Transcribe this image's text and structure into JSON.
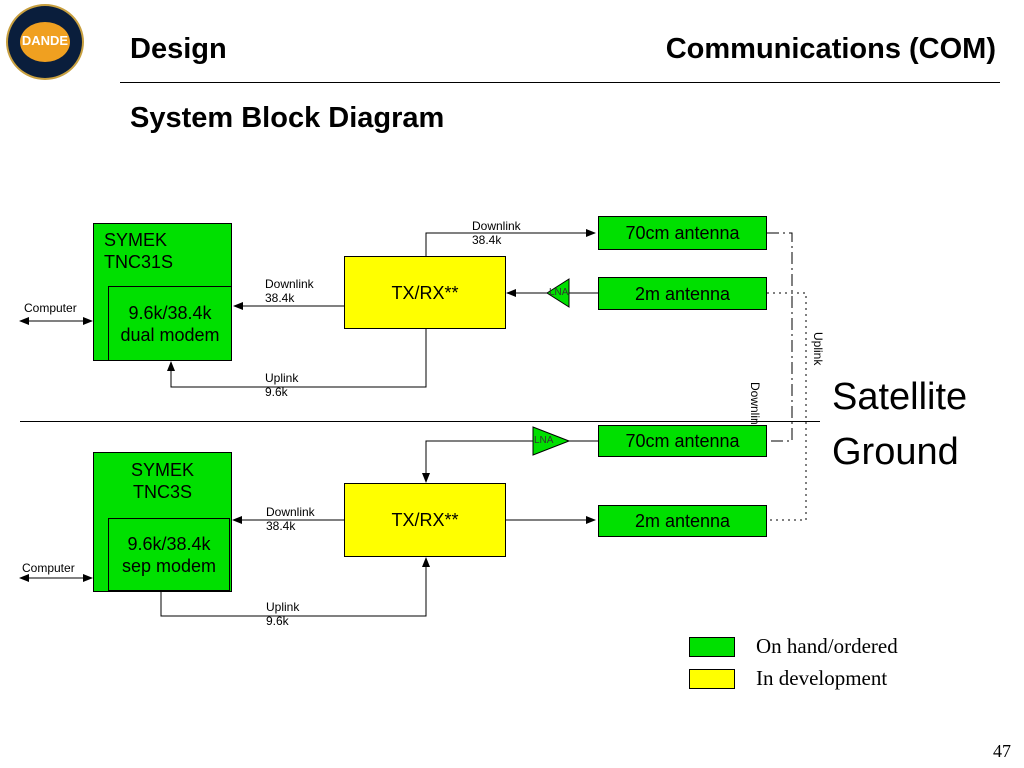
{
  "logo": {
    "text": "DANDE",
    "icon": "mission-logo-icon"
  },
  "header": {
    "left_title": "Design",
    "right_title": "Communications (COM)",
    "subtitle": "System Block Diagram"
  },
  "satellite": {
    "tnc_title": "SYMEK\nTNC31S",
    "modem_label": "9.6k/38.4k\ndual modem",
    "computer_label": "Computer",
    "txrx_label": "TX/RX**",
    "downlink_to_tnc": "Downlink\n38.4k",
    "uplink_from_tnc": "Uplink\n9.6k",
    "downlink_to_antenna": "Downlink\n38.4k",
    "antenna_70cm": "70cm antenna",
    "antenna_2m": "2m antenna",
    "lna": "LNA"
  },
  "ground": {
    "tnc_title": "SYMEK\nTNC3S",
    "modem_label": "9.6k/38.4k\nsep modem",
    "computer_label": "Computer",
    "txrx_label": "TX/RX**",
    "downlink_to_tnc": "Downlink\n38.4k",
    "uplink_from_tnc": "Uplink\n9.6k",
    "antenna_70cm": "70cm antenna",
    "antenna_2m": "2m antenna",
    "lna": "LNA"
  },
  "links": {
    "uplink": "Uplink",
    "downlink": "Downlink"
  },
  "side_labels": {
    "satellite": "Satellite",
    "ground": "Ground"
  },
  "legend": {
    "items": [
      {
        "label": "On hand/ordered",
        "color": "#00e000"
      },
      {
        "label": "In development",
        "color": "#ffff00"
      }
    ]
  },
  "page_number": "47"
}
